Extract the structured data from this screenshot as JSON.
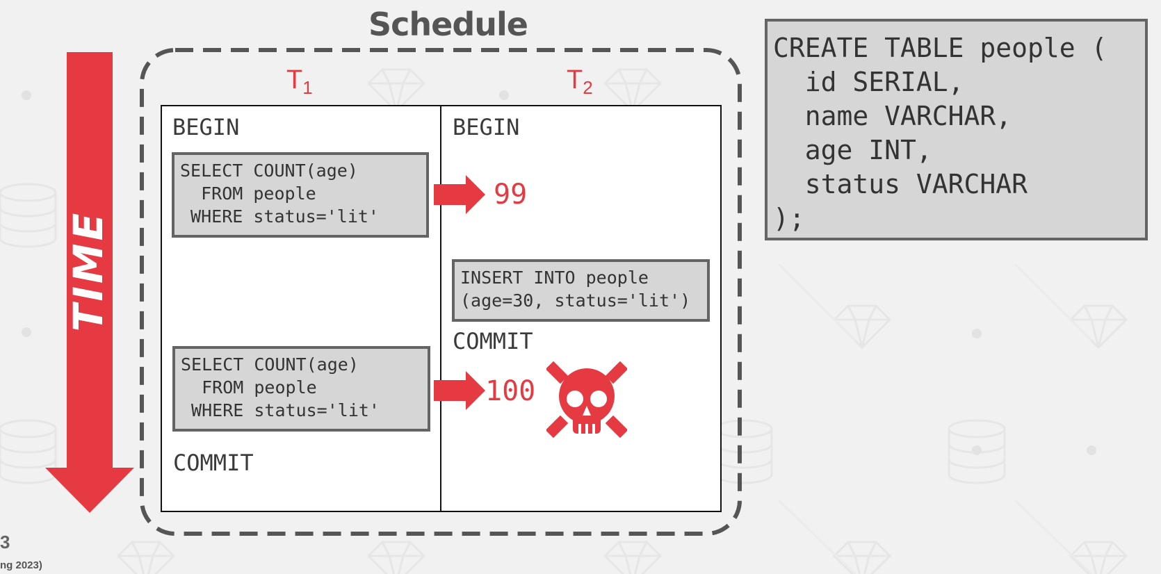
{
  "schedule": {
    "title": "Schedule",
    "time_label": "TIME",
    "t1": {
      "letter": "T",
      "sub": "1"
    },
    "t2": {
      "letter": "T",
      "sub": "2"
    }
  },
  "t1": {
    "begin": "BEGIN",
    "query1": "SELECT COUNT(age)\n  FROM people\n WHERE status='lit'",
    "query2": "SELECT COUNT(age)\n  FROM people\n WHERE status='lit'",
    "commit": "COMMIT"
  },
  "t2": {
    "begin": "BEGIN",
    "insert": "INSERT INTO people\n(age=30, status='lit')",
    "commit": "COMMIT"
  },
  "results": {
    "first": "99",
    "second": "100"
  },
  "sql_box": {
    "code": "CREATE TABLE people (\n  id SERIAL,\n  name VARCHAR,\n  age INT,\n  status VARCHAR\n);"
  },
  "footer": {
    "page": "3",
    "course": "ng 2023)"
  },
  "colors": {
    "accent": "#e63a42",
    "box_fill": "#d6d6d6",
    "box_border": "#646464",
    "dash": "#555555"
  }
}
